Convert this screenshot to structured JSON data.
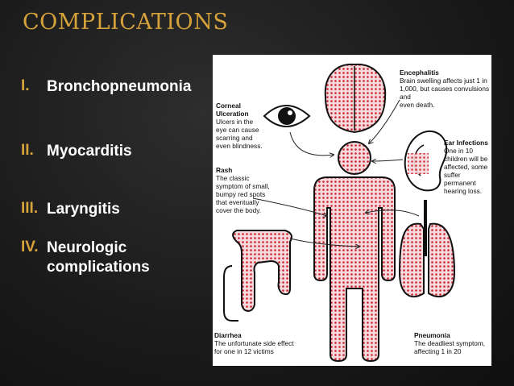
{
  "slide": {
    "title": "COMPLICATIONS",
    "items": [
      {
        "num": "I.",
        "text": "Bronchopneumonia"
      },
      {
        "num": "II.",
        "text": "Myocarditis"
      },
      {
        "num": "III.",
        "text": "Laryngitis"
      },
      {
        "num": "IV.",
        "text": "Neurologic\ncomplications"
      }
    ]
  },
  "figure": {
    "encephalitis": {
      "heading": "Encephalitis",
      "body": "Brain swelling affects just 1 in\n1,000, but causes convulsions and\neven death."
    },
    "corneal": {
      "heading": "Corneal\nUlceration",
      "body": "Ulcers in the\neye can cause\nscarring and\neven blindness."
    },
    "ear": {
      "heading": "Ear Infections",
      "body": "One in 10\nchildren will be\naffected, some\nsuffer permanent\nhearing loss."
    },
    "rash": {
      "heading": "Rash",
      "body": "The classic\nsymptom of small,\nbumpy red spots\nthat eventually\ncover the body."
    },
    "diarrhea": {
      "heading": "Diarrhea",
      "body": "The unfortunate side effect\nfor one in 12 victims"
    },
    "pneumonia": {
      "heading": "Pneumonia",
      "body": "The deadliest symptom,\naffecting 1 in 20"
    }
  },
  "colors": {
    "accent": "#d6a23a",
    "dot": "#c8242f",
    "fill": "#f6d9dc"
  }
}
